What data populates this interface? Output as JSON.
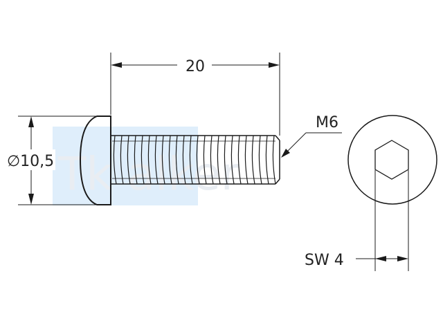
{
  "drawing": {
    "length_dim": "20",
    "diameter_dim": "∅10,5",
    "thread_label": "M6",
    "wrench_size": "SW 4",
    "watermark": "Tk   alker"
  },
  "colors": {
    "line": "#1a1a1a",
    "watermark_block": "#dfeefb",
    "watermark_text": "#e9edf2"
  }
}
